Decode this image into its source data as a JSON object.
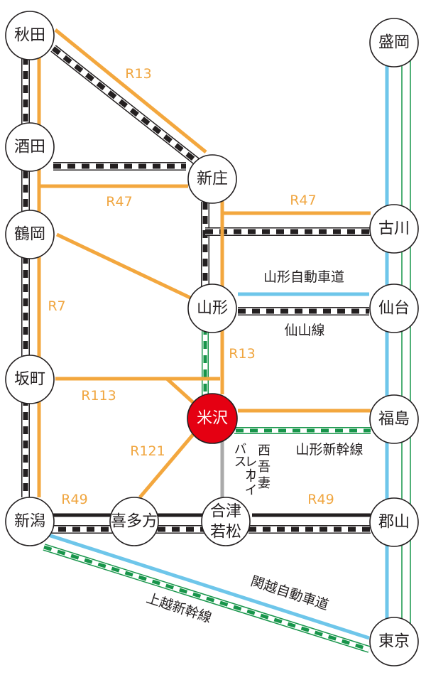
{
  "colors": {
    "route": "#f3a73e",
    "expressway": "#6ec6ea",
    "shinkansen": "#17954a",
    "railway": "#231f20",
    "bus": "#aaaaaa",
    "highlight": "#e50012"
  },
  "nodes": {
    "akita": "秋田",
    "sakata": "酒田",
    "tsuruoka": "鶴岡",
    "sakamachi": "坂町",
    "niigata": "新潟",
    "kitakata": "喜多方",
    "aizu_line1": "合津",
    "aizu_line2": "若松",
    "yonezawa": "米沢",
    "yamagata": "山形",
    "shinjo": "新庄",
    "morioka": "盛岡",
    "furukawa": "古川",
    "sendai": "仙台",
    "fukushima": "福島",
    "koriyama": "郡山",
    "tokyo": "東京"
  },
  "labels": {
    "r13_top": "R13",
    "r47_left": "R47",
    "r47_right": "R47",
    "r7": "R7",
    "r13_mid": "R13",
    "r113": "R113",
    "r121": "R121",
    "r49_left": "R49",
    "r49_right": "R49",
    "yamagata_expressway": "山形自動車道",
    "senzan_line": "仙山線",
    "yamagata_shinkansen": "山形新幹線",
    "bus_col1": "バス",
    "bus_col2": "レカ",
    "bus_col3": "ーイ",
    "nishi_col1": "西",
    "nishi_col2": "吾",
    "nishi_col3": "妻",
    "kanetsu_expressway": "関越自動車道",
    "joetsu_shinkansen": "上越新幹線"
  }
}
